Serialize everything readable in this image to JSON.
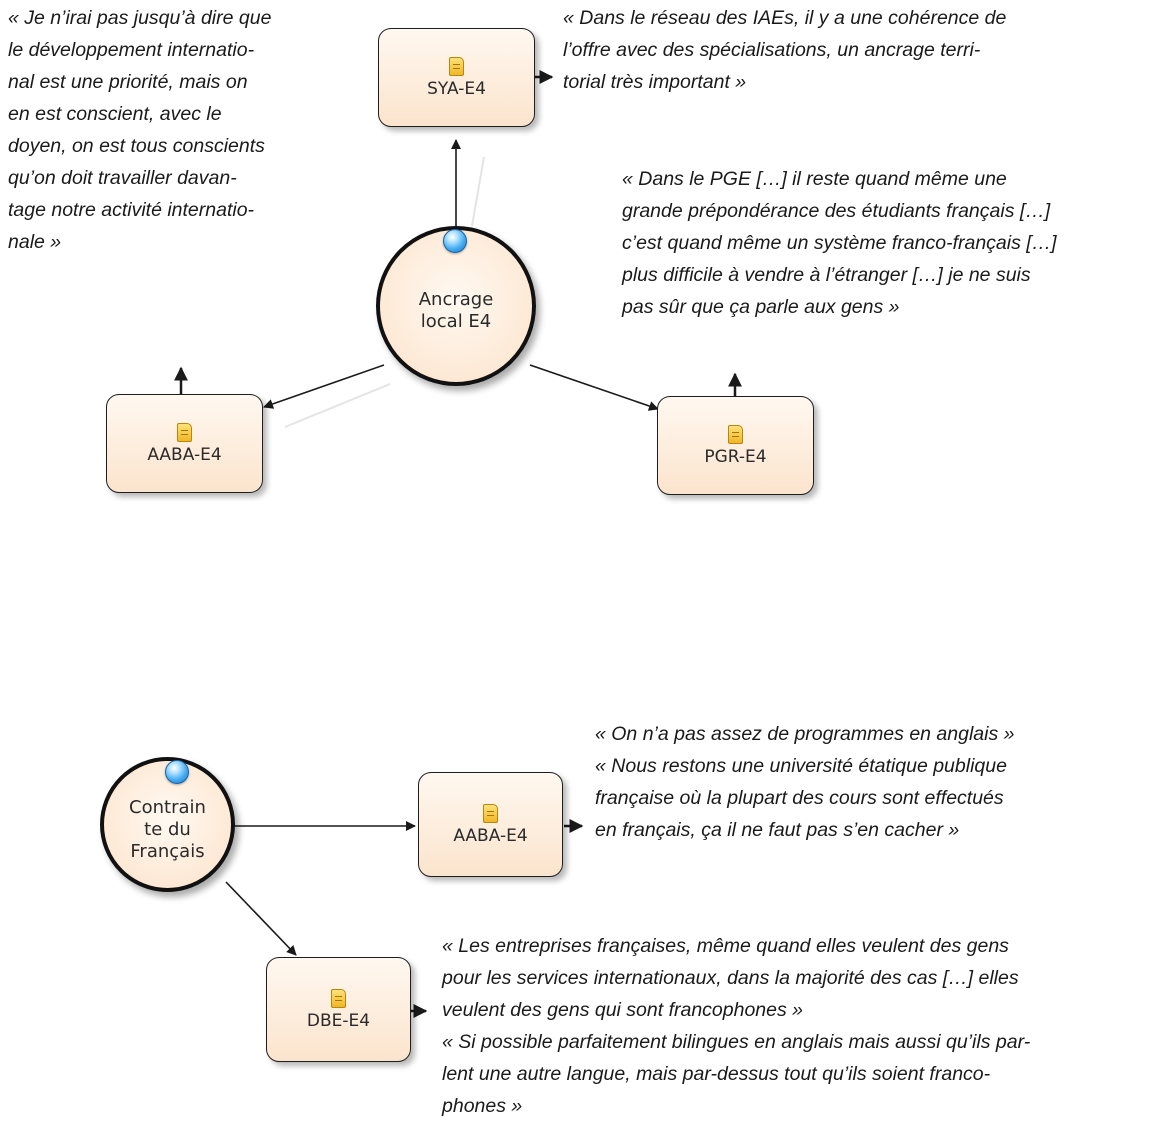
{
  "network_1": {
    "concept": {
      "label": "Ancrage\nlocal E4"
    },
    "documents": {
      "sya": {
        "label": "SYA-E4"
      },
      "aaba": {
        "label": "AABA-E4"
      },
      "pgr": {
        "label": "PGR-E4"
      }
    }
  },
  "network_2": {
    "concept": {
      "label": "Contrain\nte du\nFrançais"
    },
    "documents": {
      "aaba": {
        "label": "AABA-E4"
      },
      "dbe": {
        "label": "DBE-E4"
      }
    }
  },
  "quotes": {
    "aaba_1": [
      "« Je n’irai pas jusqu’à dire que",
      "le développement internatio-",
      "nal est une priorité, mais on",
      "en est conscient, avec le",
      "doyen, on est tous conscients",
      "qu’on doit travailler davan-",
      "tage notre activité internatio-",
      "nale »"
    ],
    "sya": [
      "« Dans le réseau des IAEs, il y a une cohérence de",
      "l’offre avec des spécialisations, un ancrage terri-",
      "torial très important »"
    ],
    "pgr": [
      "« Dans le PGE […] il reste quand même une",
      "grande prépondérance des étudiants français […]",
      "c’est quand même un système franco-français […]",
      "plus difficile à vendre à l’étranger […] je ne suis",
      "pas sûr que ça parle aux gens »"
    ],
    "aaba_2": [
      "« On n’a pas assez de programmes en anglais »",
      "« Nous restons une université étatique publique",
      "française où la plupart des cours sont effectués",
      "en français, ça il ne faut pas s’en cacher »"
    ],
    "dbe": [
      "« Les entreprises françaises, même quand elles veulent des gens",
      "pour les services internationaux, dans la majorité des cas […] elles",
      "veulent des gens qui sont francophones »",
      "« Si possible parfaitement bilingues en anglais mais aussi qu’ils par-",
      "lent une autre langue, mais par-dessus tout qu’ils soient franco-",
      "phones »"
    ]
  },
  "colors": {
    "arrow": "#1a1a1a",
    "ghost_link": "#e4e4e4",
    "node_fill": "#fbe4cd",
    "code_dot": "#2b8ee0"
  },
  "icons": {
    "document": "document-note-icon",
    "code": "code-sphere-icon"
  }
}
